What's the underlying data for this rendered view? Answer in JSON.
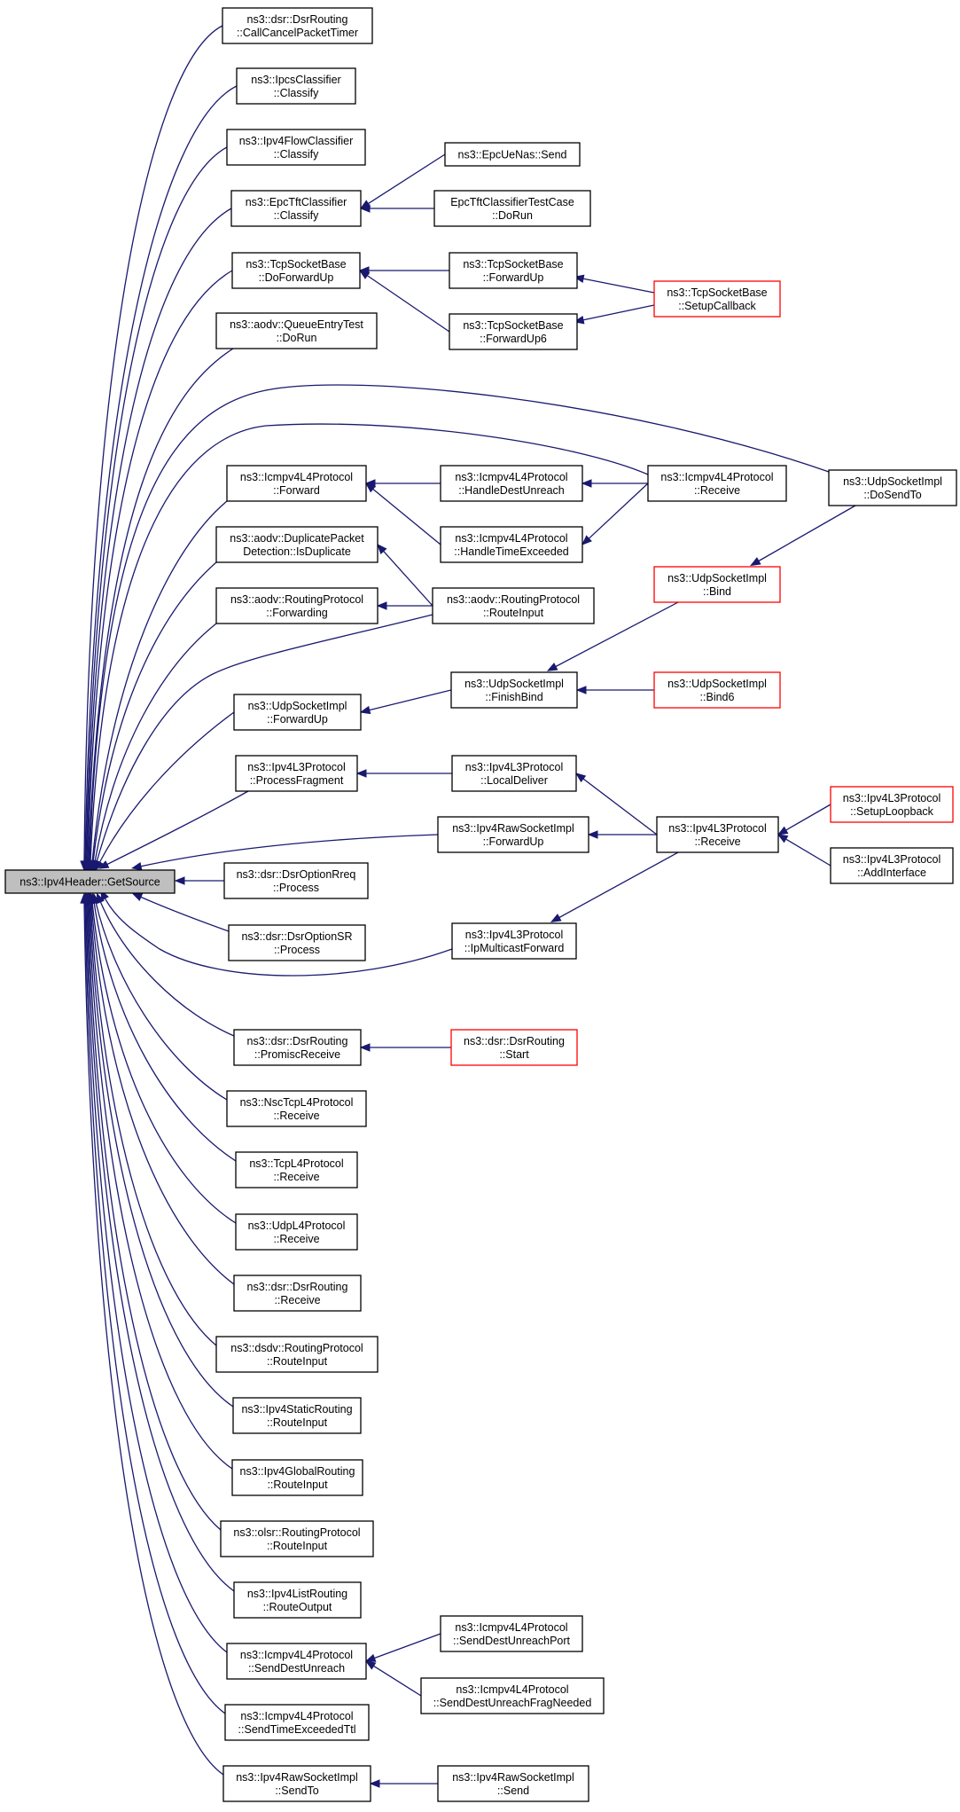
{
  "colors": {
    "edge": "#191970",
    "node_border": "#000000",
    "truncated_node_border": "#ff0000",
    "root_fill": "#bfbfbf",
    "background": "#ffffff"
  },
  "nodes": [
    {
      "id": "root",
      "lines": [
        "ns3::Ipv4Header::GetSource"
      ],
      "style": "root"
    },
    {
      "id": "n1",
      "lines": [
        "ns3::dsr::DsrRouting",
        "::CallCancelPacketTimer"
      ]
    },
    {
      "id": "n2",
      "lines": [
        "ns3::IpcsClassifier",
        "::Classify"
      ]
    },
    {
      "id": "n3",
      "lines": [
        "ns3::Ipv4FlowClassifier",
        "::Classify"
      ]
    },
    {
      "id": "n4",
      "lines": [
        "ns3::EpcTftClassifier",
        "::Classify"
      ]
    },
    {
      "id": "n5",
      "lines": [
        "ns3::EpcUeNas::Send"
      ]
    },
    {
      "id": "n6",
      "lines": [
        "EpcTftClassifierTestCase",
        "::DoRun"
      ]
    },
    {
      "id": "n7",
      "lines": [
        "ns3::TcpSocketBase",
        "::DoForwardUp"
      ]
    },
    {
      "id": "n8",
      "lines": [
        "ns3::TcpSocketBase",
        "::ForwardUp"
      ]
    },
    {
      "id": "n9",
      "lines": [
        "ns3::TcpSocketBase",
        "::ForwardUp6"
      ]
    },
    {
      "id": "n10",
      "lines": [
        "ns3::TcpSocketBase",
        "::SetupCallback"
      ],
      "style": "red"
    },
    {
      "id": "n11",
      "lines": [
        "ns3::aodv::QueueEntryTest",
        "::DoRun"
      ]
    },
    {
      "id": "n12",
      "lines": [
        "ns3::UdpSocketImpl",
        "::DoSendTo"
      ]
    },
    {
      "id": "n13",
      "lines": [
        "ns3::Icmpv4L4Protocol",
        "::Forward"
      ]
    },
    {
      "id": "n14",
      "lines": [
        "ns3::Icmpv4L4Protocol",
        "::HandleDestUnreach"
      ]
    },
    {
      "id": "n15",
      "lines": [
        "ns3::Icmpv4L4Protocol",
        "::Receive"
      ]
    },
    {
      "id": "n16",
      "lines": [
        "ns3::Icmpv4L4Protocol",
        "::HandleTimeExceeded"
      ]
    },
    {
      "id": "n17",
      "lines": [
        "ns3::aodv::DuplicatePacket",
        "Detection::IsDuplicate"
      ]
    },
    {
      "id": "n18",
      "lines": [
        "ns3::UdpSocketImpl",
        "::Bind"
      ],
      "style": "red"
    },
    {
      "id": "n19",
      "lines": [
        "ns3::aodv::RoutingProtocol",
        "::Forwarding"
      ]
    },
    {
      "id": "n20",
      "lines": [
        "ns3::aodv::RoutingProtocol",
        "::RouteInput"
      ]
    },
    {
      "id": "n21",
      "lines": [
        "ns3::UdpSocketImpl",
        "::ForwardUp"
      ]
    },
    {
      "id": "n22",
      "lines": [
        "ns3::UdpSocketImpl",
        "::FinishBind"
      ]
    },
    {
      "id": "n23",
      "lines": [
        "ns3::UdpSocketImpl",
        "::Bind6"
      ],
      "style": "red"
    },
    {
      "id": "n24",
      "lines": [
        "ns3::Ipv4L3Protocol",
        "::ProcessFragment"
      ]
    },
    {
      "id": "n25",
      "lines": [
        "ns3::Ipv4L3Protocol",
        "::LocalDeliver"
      ]
    },
    {
      "id": "n26",
      "lines": [
        "ns3::Ipv4L3Protocol",
        "::SetupLoopback"
      ],
      "style": "red"
    },
    {
      "id": "n27",
      "lines": [
        "ns3::Ipv4RawSocketImpl",
        "::ForwardUp"
      ]
    },
    {
      "id": "n28",
      "lines": [
        "ns3::Ipv4L3Protocol",
        "::Receive"
      ]
    },
    {
      "id": "n29",
      "lines": [
        "ns3::Ipv4L3Protocol",
        "::AddInterface"
      ]
    },
    {
      "id": "n30",
      "lines": [
        "ns3::dsr::DsrOptionRreq",
        "::Process"
      ]
    },
    {
      "id": "n31",
      "lines": [
        "ns3::dsr::DsrOptionSR",
        "::Process"
      ]
    },
    {
      "id": "n32",
      "lines": [
        "ns3::Ipv4L3Protocol",
        "::IpMulticastForward"
      ]
    },
    {
      "id": "n33",
      "lines": [
        "ns3::dsr::DsrRouting",
        "::PromiscReceive"
      ]
    },
    {
      "id": "n34",
      "lines": [
        "ns3::dsr::DsrRouting",
        "::Start"
      ],
      "style": "red"
    },
    {
      "id": "n35",
      "lines": [
        "ns3::NscTcpL4Protocol",
        "::Receive"
      ]
    },
    {
      "id": "n36",
      "lines": [
        "ns3::TcpL4Protocol",
        "::Receive"
      ]
    },
    {
      "id": "n37",
      "lines": [
        "ns3::UdpL4Protocol",
        "::Receive"
      ]
    },
    {
      "id": "n38",
      "lines": [
        "ns3::dsr::DsrRouting",
        "::Receive"
      ]
    },
    {
      "id": "n39",
      "lines": [
        "ns3::dsdv::RoutingProtocol",
        "::RouteInput"
      ]
    },
    {
      "id": "n40",
      "lines": [
        "ns3::Ipv4StaticRouting",
        "::RouteInput"
      ]
    },
    {
      "id": "n41",
      "lines": [
        "ns3::Ipv4GlobalRouting",
        "::RouteInput"
      ]
    },
    {
      "id": "n42",
      "lines": [
        "ns3::olsr::RoutingProtocol",
        "::RouteInput"
      ]
    },
    {
      "id": "n43",
      "lines": [
        "ns3::Ipv4ListRouting",
        "::RouteOutput"
      ]
    },
    {
      "id": "n44",
      "lines": [
        "ns3::Icmpv4L4Protocol",
        "::SendDestUnreach"
      ]
    },
    {
      "id": "n45",
      "lines": [
        "ns3::Icmpv4L4Protocol",
        "::SendDestUnreachPort"
      ]
    },
    {
      "id": "n46",
      "lines": [
        "ns3::Icmpv4L4Protocol",
        "::SendDestUnreachFragNeeded"
      ]
    },
    {
      "id": "n47",
      "lines": [
        "ns3::Icmpv4L4Protocol",
        "::SendTimeExceededTtl"
      ]
    },
    {
      "id": "n48",
      "lines": [
        "ns3::Ipv4RawSocketImpl",
        "::SendTo"
      ]
    },
    {
      "id": "n49",
      "lines": [
        "ns3::Ipv4RawSocketImpl",
        "::Send"
      ]
    }
  ],
  "edges": [
    {
      "from": "n1",
      "to": "root"
    },
    {
      "from": "n2",
      "to": "root"
    },
    {
      "from": "n3",
      "to": "root"
    },
    {
      "from": "n4",
      "to": "root"
    },
    {
      "from": "n5",
      "to": "n4"
    },
    {
      "from": "n6",
      "to": "n4"
    },
    {
      "from": "n7",
      "to": "root"
    },
    {
      "from": "n8",
      "to": "n7"
    },
    {
      "from": "n9",
      "to": "n7"
    },
    {
      "from": "n10",
      "to": "n8"
    },
    {
      "from": "n10",
      "to": "n9"
    },
    {
      "from": "n11",
      "to": "root"
    },
    {
      "from": "n12",
      "to": "root"
    },
    {
      "from": "n15",
      "to": "root"
    },
    {
      "from": "n13",
      "to": "root"
    },
    {
      "from": "n14",
      "to": "n13"
    },
    {
      "from": "n16",
      "to": "n13"
    },
    {
      "from": "n15",
      "to": "n14"
    },
    {
      "from": "n15",
      "to": "n16"
    },
    {
      "from": "n17",
      "to": "root"
    },
    {
      "from": "n20",
      "to": "n17"
    },
    {
      "from": "n19",
      "to": "root"
    },
    {
      "from": "n20",
      "to": "n19"
    },
    {
      "from": "n20",
      "to": "root"
    },
    {
      "from": "n12",
      "to": "n18"
    },
    {
      "from": "n18",
      "to": "n22"
    },
    {
      "from": "n23",
      "to": "n22"
    },
    {
      "from": "n22",
      "to": "n21"
    },
    {
      "from": "n21",
      "to": "root"
    },
    {
      "from": "n24",
      "to": "root"
    },
    {
      "from": "n25",
      "to": "n24"
    },
    {
      "from": "n28",
      "to": "n25"
    },
    {
      "from": "n27",
      "to": "root"
    },
    {
      "from": "n28",
      "to": "n27"
    },
    {
      "from": "n26",
      "to": "n28"
    },
    {
      "from": "n29",
      "to": "n28"
    },
    {
      "from": "n28",
      "to": "n32"
    },
    {
      "from": "n30",
      "to": "root"
    },
    {
      "from": "n31",
      "to": "root"
    },
    {
      "from": "n32",
      "to": "root"
    },
    {
      "from": "n33",
      "to": "root"
    },
    {
      "from": "n34",
      "to": "n33"
    },
    {
      "from": "n35",
      "to": "root"
    },
    {
      "from": "n36",
      "to": "root"
    },
    {
      "from": "n37",
      "to": "root"
    },
    {
      "from": "n38",
      "to": "root"
    },
    {
      "from": "n39",
      "to": "root"
    },
    {
      "from": "n40",
      "to": "root"
    },
    {
      "from": "n41",
      "to": "root"
    },
    {
      "from": "n42",
      "to": "root"
    },
    {
      "from": "n43",
      "to": "root"
    },
    {
      "from": "n44",
      "to": "root"
    },
    {
      "from": "n45",
      "to": "n44"
    },
    {
      "from": "n46",
      "to": "n44"
    },
    {
      "from": "n47",
      "to": "root"
    },
    {
      "from": "n48",
      "to": "root"
    },
    {
      "from": "n49",
      "to": "n48"
    }
  ]
}
